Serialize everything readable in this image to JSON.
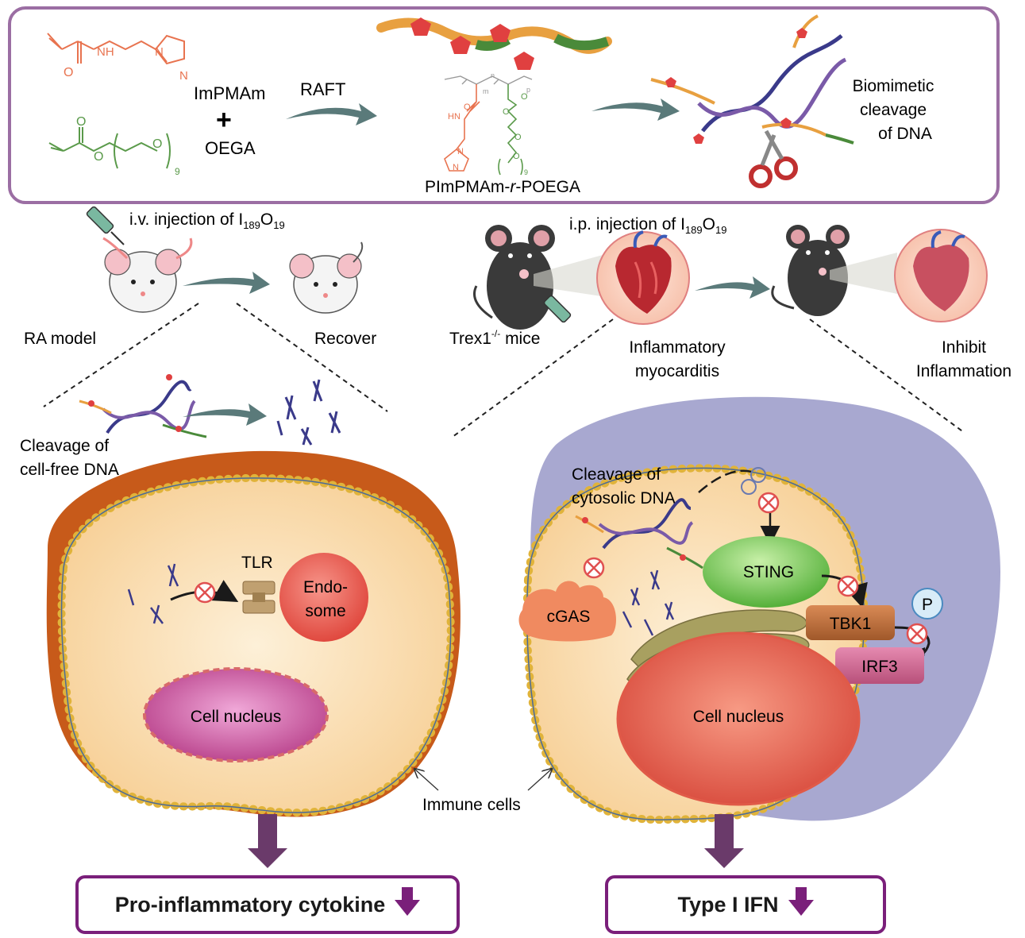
{
  "top_panel": {
    "monomer1_name": "ImPMAm",
    "plus": "+",
    "monomer2_name": "OEGA",
    "repeat_count": "9",
    "raft_label": "RAFT",
    "polymer_name_pre": "PImPMAm-",
    "polymer_name_r": "r",
    "polymer_name_post": "-POEGA",
    "polymer_sub_m": "m",
    "polymer_sub_n": "n",
    "polymer_sub_p": "p",
    "polymer_sub_9": "9",
    "result_label_1": "Biomimetic",
    "result_label_2": "cleavage",
    "result_label_3": "of DNA"
  },
  "left_panel": {
    "injection_pre": "i.v. injection of I",
    "injection_sub1": "189",
    "injection_mid": "O",
    "injection_sub2": "19",
    "model_label": "RA model",
    "recover_label": "Recover",
    "cleavage_label_1": "Cleavage of",
    "cleavage_label_2": "cell-free DNA",
    "tlr_label": "TLR",
    "endosome_label_1": "Endo-",
    "endosome_label_2": "some",
    "nucleus_label": "Cell nucleus",
    "result_label": "Pro-inflammatory  cytokine"
  },
  "right_panel": {
    "injection_pre": "i.p. injection of I",
    "injection_sub1": "189",
    "injection_mid": "O",
    "injection_sub2": "19",
    "mice_label": "Trex1",
    "mice_sup": "-/-",
    "mice_post": " mice",
    "myocarditis_label_1": "Inflammatory",
    "myocarditis_label_2": "myocarditis",
    "inhibit_label_1": "Inhibit",
    "inhibit_label_2": "Inflammation",
    "cleavage_label_1": "Cleavage of",
    "cleavage_label_2": "cytosolic DNA",
    "sting_label": "STING",
    "cgas_label": "cGAS",
    "tbk1_label": "TBK1",
    "p_label": "P",
    "irf3_label": "IRF3",
    "nucleus_label": "Cell nucleus",
    "result_label": "Type I IFN"
  },
  "immune_cells_label": "Immune cells",
  "colors": {
    "frame": "#9b6ea3",
    "purple": "#7a1f7a",
    "arrow_gray": "#5a7a7a",
    "orange_chem": "#e8734f",
    "green_chem": "#5a9a4a",
    "cell_fill": "#fbe3bd",
    "membrane": "#e0b33a",
    "nucleus_left": "#c94d9a",
    "nucleus_right": "#e55a4a",
    "sting": "#6cc04a",
    "tbk1": "#b86a3a",
    "irf3": "#c85a8a",
    "endosome": "#e85a50"
  }
}
